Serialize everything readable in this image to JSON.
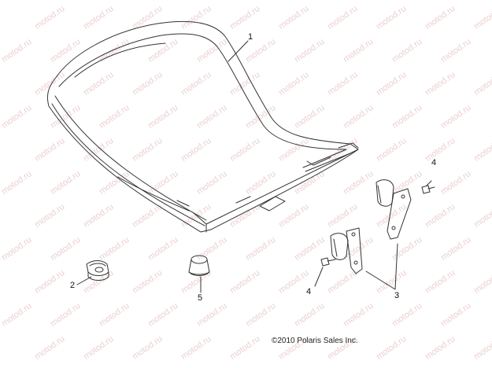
{
  "watermark": "motod.ru",
  "callouts": {
    "c1": "1",
    "c2": "2",
    "c3": "3",
    "c4a": "4",
    "c4b": "4",
    "c5": "5"
  },
  "copyright": "©2010 Polaris Sales Inc.",
  "colors": {
    "line": "#333333",
    "watermark": "#d9a8a8"
  }
}
